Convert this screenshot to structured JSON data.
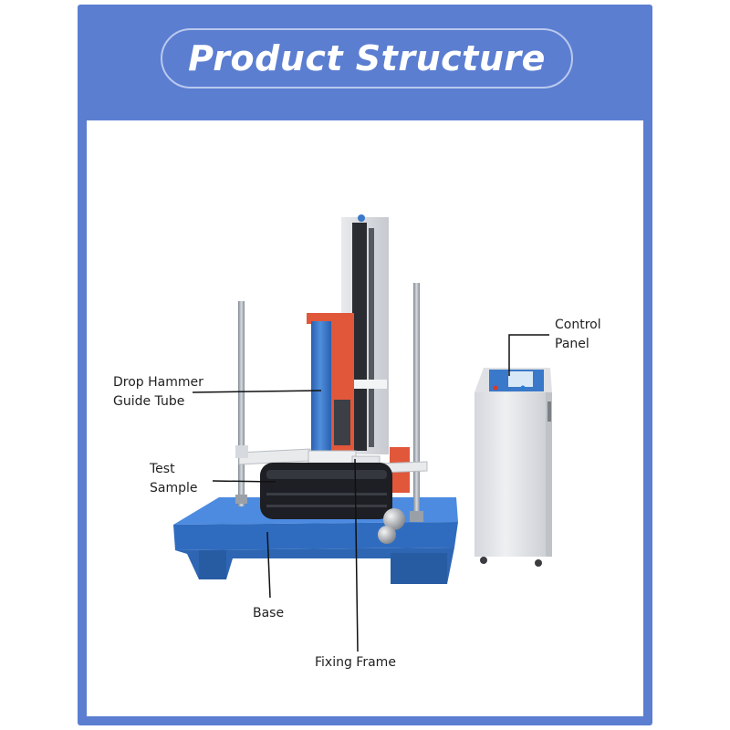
{
  "header": {
    "title": "Product Structure"
  },
  "labels": {
    "drop_hammer_guide_tube": [
      "Drop Hammer",
      "Guide Tube"
    ],
    "test_sample": [
      "Test",
      "Sample"
    ],
    "base": "Base",
    "fixing_frame": "Fixing Frame",
    "control_panel": [
      "Control",
      "Panel"
    ]
  },
  "colors": {
    "frame_blue": "#5b7ed1",
    "machine_blue": "#3a78c9",
    "column_red": "#e0573a",
    "cabinet_gray": "#e4e6e9",
    "sample_black": "#1d1f24"
  }
}
